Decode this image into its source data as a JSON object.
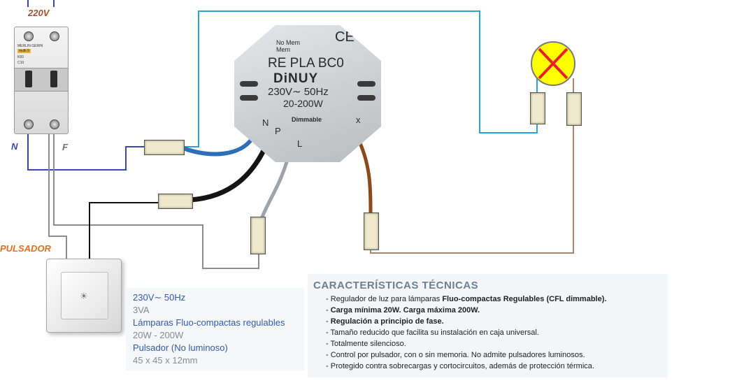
{
  "labels": {
    "supply": "220V",
    "neutral": "N",
    "phase": "F",
    "pulsador": "PULSADOR"
  },
  "breaker": {
    "line1": "MERLIN GERIN",
    "brand": "multi 9",
    "line3": "K60",
    "line4": "C10"
  },
  "dimmer": {
    "nomem": "No Mem",
    "mem": "Mem",
    "ce": "CE",
    "model": "RE PLA BC0",
    "brand": "DiNUY",
    "voltage": "230V∼ 50Hz",
    "power": "20-200W",
    "dimmable": "Dimmable",
    "term_n": "N",
    "term_p": "P",
    "term_l": "L",
    "term_lamp": "x"
  },
  "specs": [
    {
      "text": "230V∼ 50Hz",
      "style": "blue"
    },
    {
      "text": "3VA",
      "style": "grey"
    },
    {
      "text": "Lámparas Fluo-compactas regulables",
      "style": "blue"
    },
    {
      "text": "20W - 200W",
      "style": "grey"
    },
    {
      "text": "Pulsador (No luminoso)",
      "style": "blue"
    },
    {
      "text": "45 x 45 x 12mm",
      "style": "grey"
    }
  ],
  "caracteristicas": {
    "title": "CARACTERÍSTICAS TÉCNICAS",
    "items": [
      {
        "pre": "Regulador de luz para lámparas ",
        "bold": "Fluo-compactas Regulables (CFL dimmable).",
        "post": ""
      },
      {
        "pre": "",
        "bold": "Carga mínima 20W. Carga máxima 200W.",
        "post": ""
      },
      {
        "pre": "",
        "bold": "Regulación a principio de fase.",
        "post": ""
      },
      {
        "pre": "Tamaño reducido que facilita su instalación en caja universal.",
        "bold": "",
        "post": ""
      },
      {
        "pre": "Totalmente silencioso.",
        "bold": "",
        "post": ""
      },
      {
        "pre": "Control por pulsador, con o sin memoria. No admite pulsadores luminosos.",
        "bold": "",
        "post": ""
      },
      {
        "pre": "Protegido contra sobrecargas y cortocircuitos, además de protección térmica.",
        "bold": "",
        "post": ""
      }
    ]
  },
  "colors": {
    "neutral": "#3a45b8",
    "phase": "#8c8c8c",
    "control": "#111111",
    "lamp_return": "#b0846a",
    "feed": "#2aa3d9",
    "supply_label": "#a0522d",
    "pulsador_label": "#e07020",
    "spec_blue": "#2f5aa8",
    "spec_grey": "#8a8a8a"
  }
}
